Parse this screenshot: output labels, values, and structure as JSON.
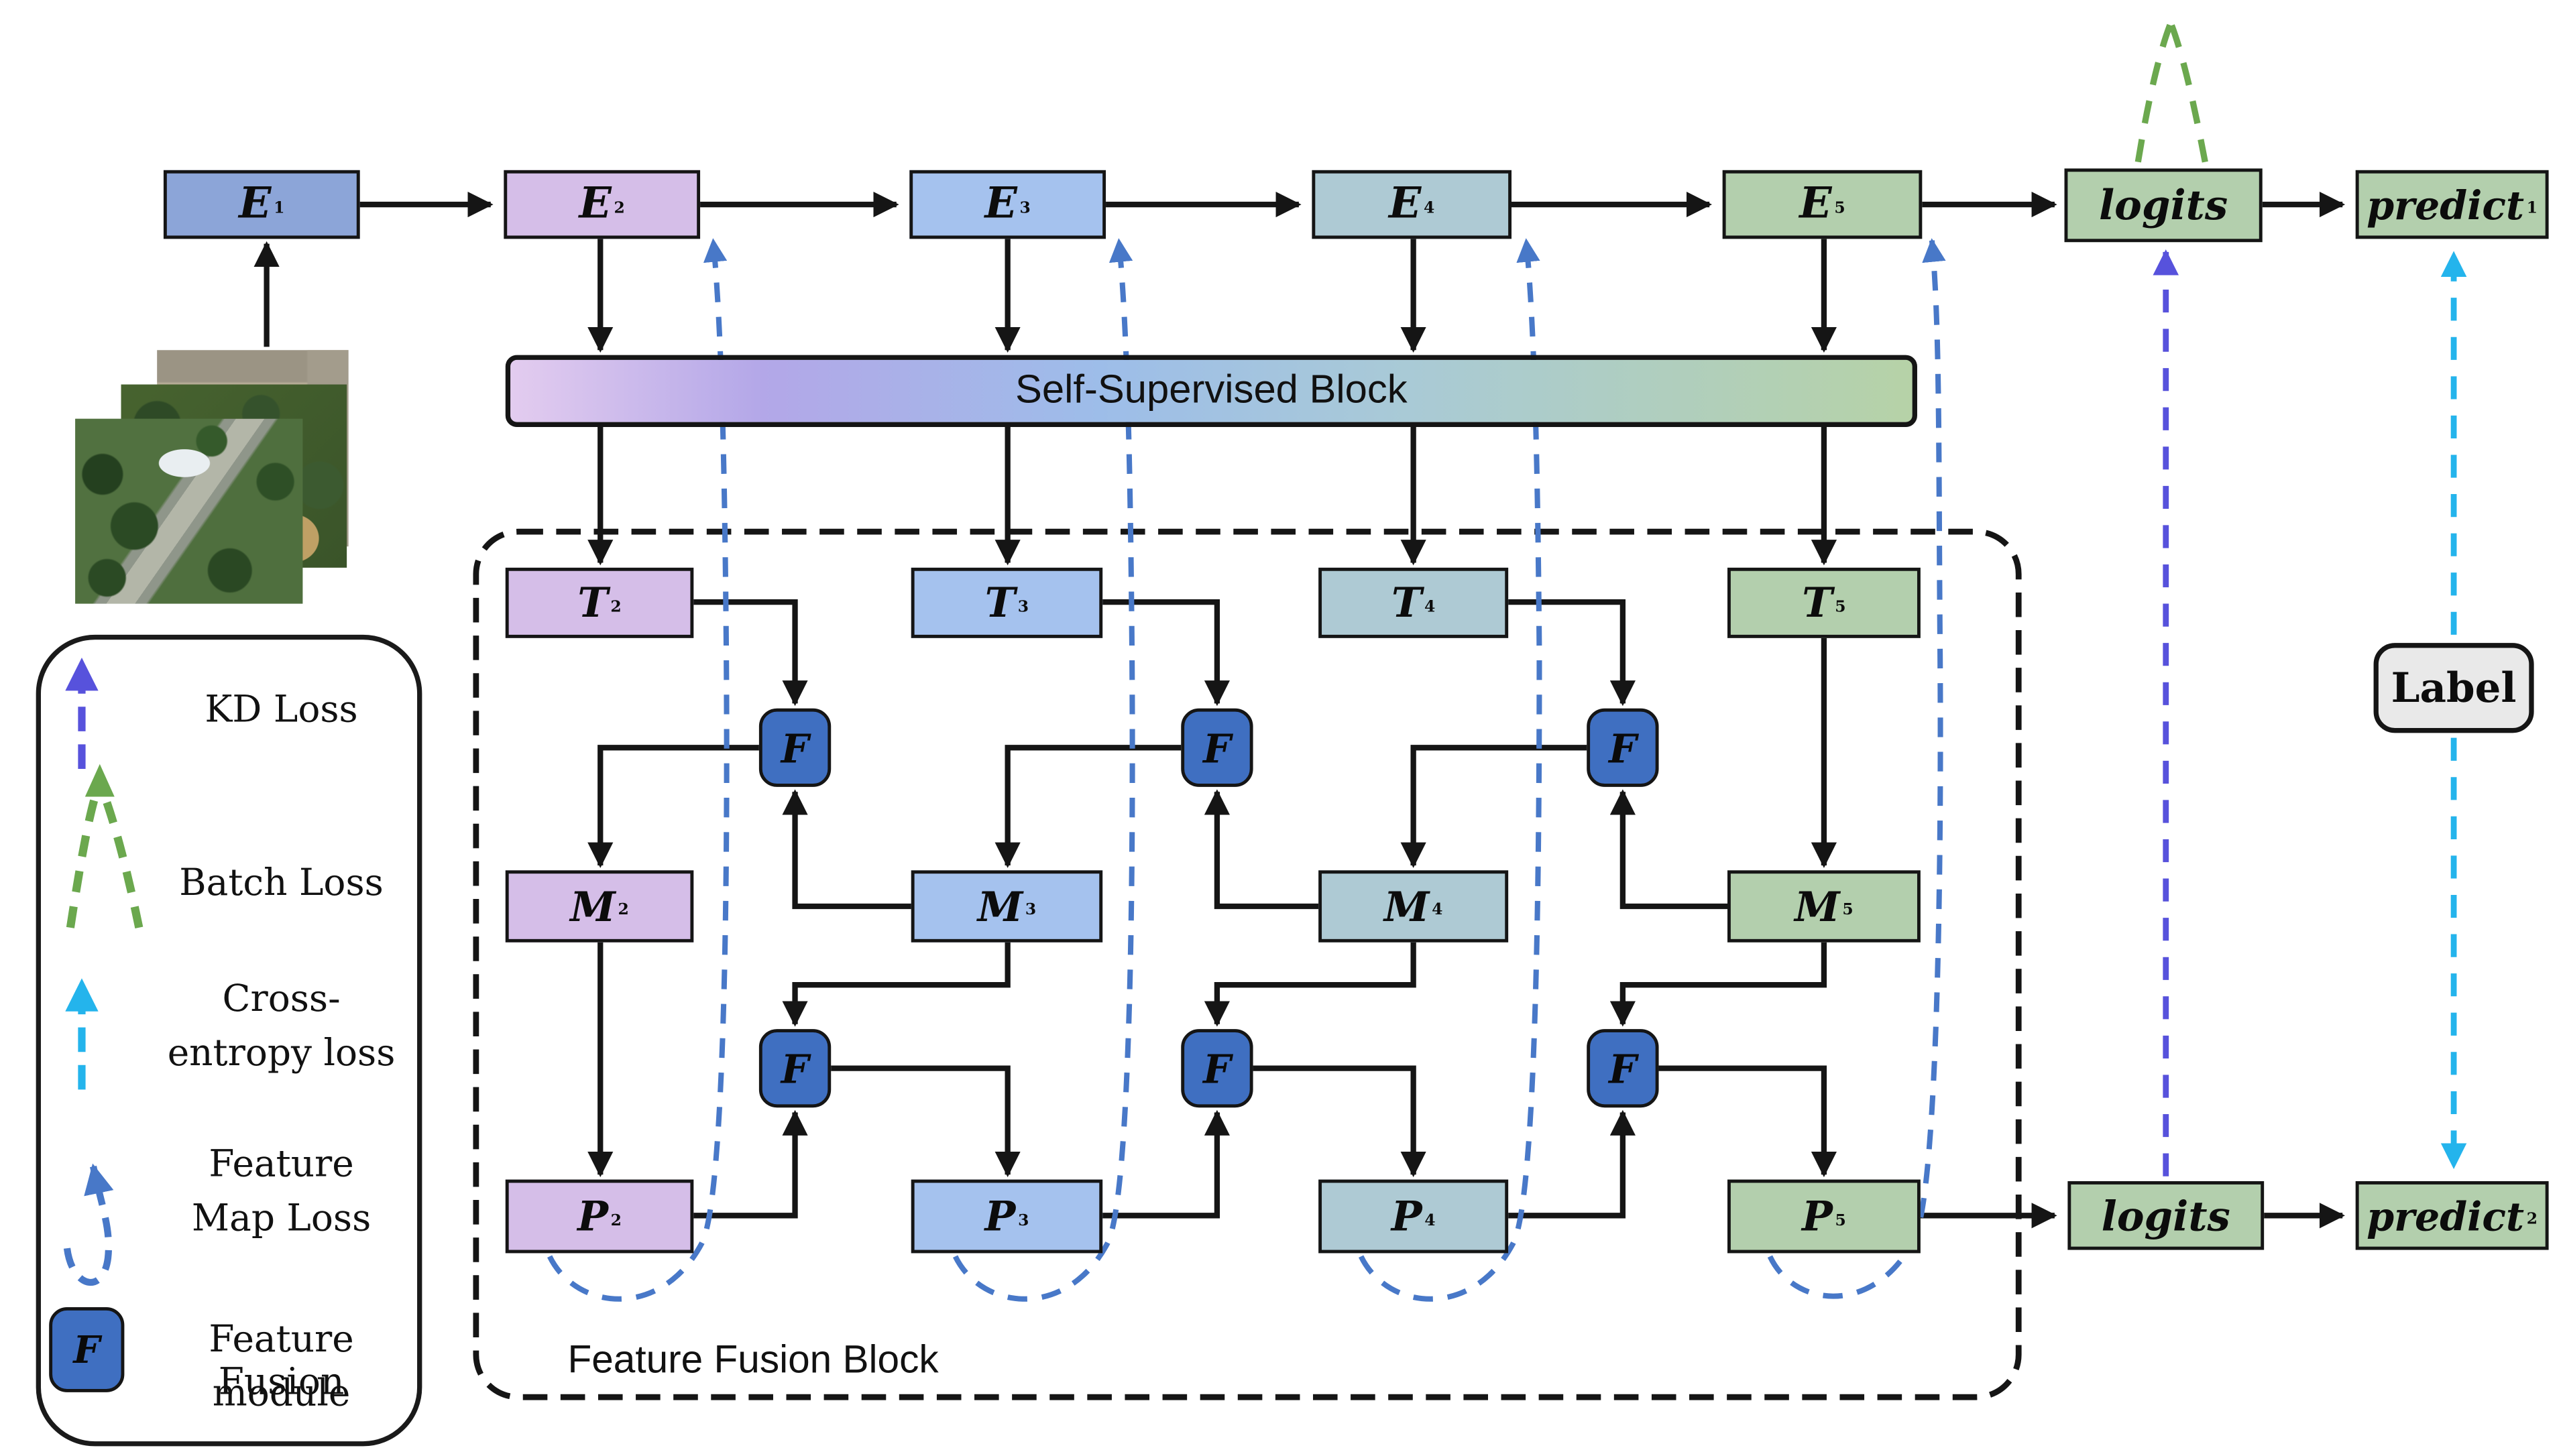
{
  "nodes": {
    "encoders": [
      {
        "label": "E",
        "sub": "1"
      },
      {
        "label": "E",
        "sub": "2"
      },
      {
        "label": "E",
        "sub": "3"
      },
      {
        "label": "E",
        "sub": "4"
      },
      {
        "label": "E",
        "sub": "5"
      }
    ],
    "logits_top": {
      "label": "logits"
    },
    "predict_top": {
      "label": "predict",
      "sub": "1"
    },
    "t_row": [
      {
        "label": "T",
        "sub": "2"
      },
      {
        "label": "T",
        "sub": "3"
      },
      {
        "label": "T",
        "sub": "4"
      },
      {
        "label": "T",
        "sub": "5"
      }
    ],
    "m_row": [
      {
        "label": "M",
        "sub": "2"
      },
      {
        "label": "M",
        "sub": "3"
      },
      {
        "label": "M",
        "sub": "4"
      },
      {
        "label": "M",
        "sub": "5"
      }
    ],
    "p_row": [
      {
        "label": "P",
        "sub": "2"
      },
      {
        "label": "P",
        "sub": "3"
      },
      {
        "label": "P",
        "sub": "4"
      },
      {
        "label": "P",
        "sub": "5"
      }
    ],
    "logits_bottom": {
      "label": "logits"
    },
    "predict_bottom": {
      "label": "predict",
      "sub": "2"
    },
    "fusion_module": {
      "label": "F"
    },
    "label_box": {
      "label": "Label"
    }
  },
  "blocks": {
    "self_supervised": "Self-Supervised Block",
    "feature_fusion": "Feature Fusion Block"
  },
  "legend": {
    "kd_loss": "KD Loss",
    "batch_loss": "Batch Loss",
    "cross_entropy_line1": "Cross-",
    "cross_entropy_line2": "entropy loss",
    "feature_map_line1": "Feature",
    "feature_map_line2": "Map Loss",
    "fusion_line1": "Feature Fusion",
    "fusion_line2": "module",
    "f_symbol": "F"
  },
  "colors": {
    "encoder_blue": "#8CA5D8",
    "level2_lavender": "#D5BEE8",
    "level3_blue": "#A5C2EE",
    "level4_teal": "#AECAD4",
    "level5_green": "#B3CFAD",
    "fusion_module_blue": "#3F6FC1",
    "label_gray": "#E9E9E9",
    "kd_loss": "#5752DC",
    "batch_loss": "#6BA84E",
    "cross_entropy": "#24B4EC",
    "feature_map_loss": "#4878C8",
    "arrow_black": "#151515"
  }
}
